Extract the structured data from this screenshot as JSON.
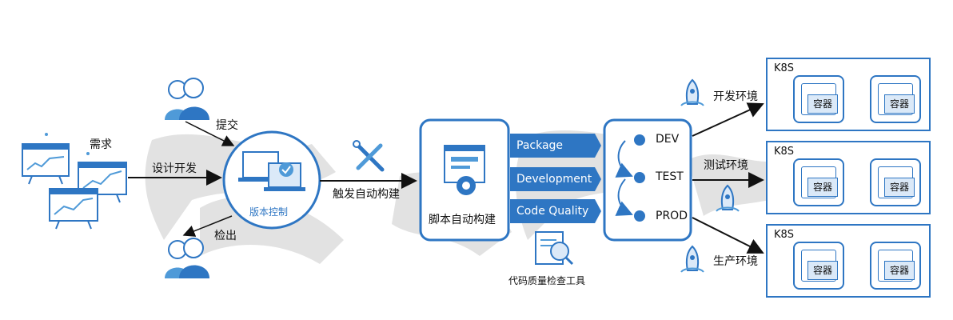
{
  "labels": {
    "requirements": "需求",
    "design_dev": "设计开发",
    "commit": "提交",
    "checkout": "检出",
    "version_control": "版本控制",
    "trigger_build": "触发自动构建",
    "script_build": "脚本自动构建",
    "code_tool": "代码质量检查工具",
    "dev_env": "开发环境",
    "test_env": "测试环境",
    "prod_env": "生产环境"
  },
  "pipeline_stages": [
    "Package",
    "Development",
    "Code Quality"
  ],
  "environments": [
    "DEV",
    "TEST",
    "PROD"
  ],
  "clusters": [
    {
      "name": "K8S",
      "containers": [
        "容器",
        "容器"
      ]
    },
    {
      "name": "K8S",
      "containers": [
        "容器",
        "容器"
      ]
    },
    {
      "name": "K8S",
      "containers": [
        "容器",
        "容器"
      ]
    }
  ],
  "colors": {
    "accent": "#2e76c3",
    "light": "#dbe9f8",
    "icon": "#4f9ad8"
  }
}
